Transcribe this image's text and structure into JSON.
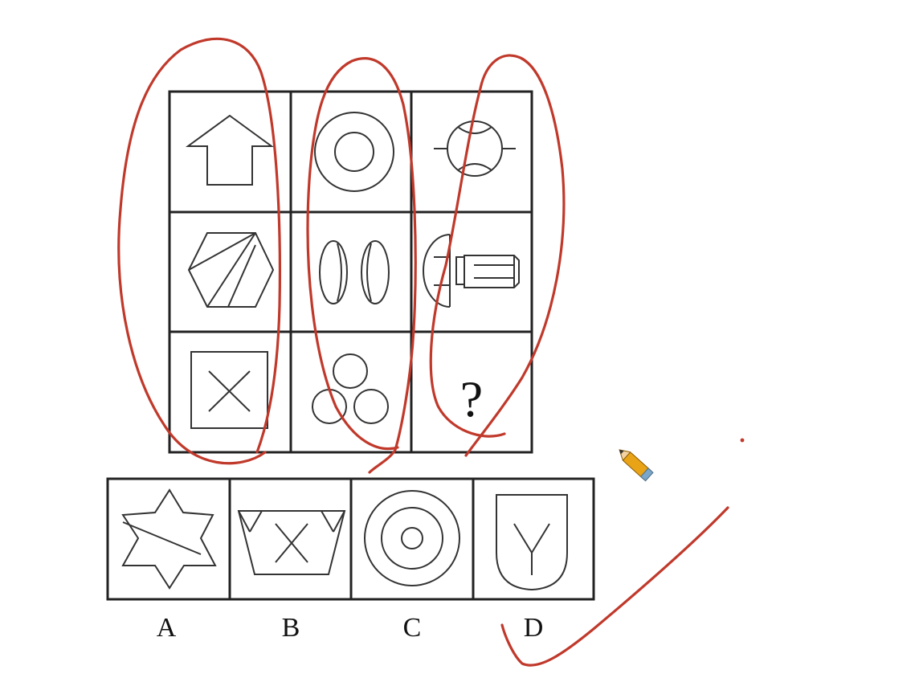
{
  "puzzle": {
    "question_mark": "?",
    "options": [
      {
        "label": "A"
      },
      {
        "label": "B"
      },
      {
        "label": "C"
      },
      {
        "label": "D"
      }
    ]
  },
  "colors": {
    "ink_annotation": "#c0392b",
    "line": "#222222",
    "pencil_body": "#e8a317"
  },
  "icons": [
    "pencil-cursor-icon"
  ]
}
